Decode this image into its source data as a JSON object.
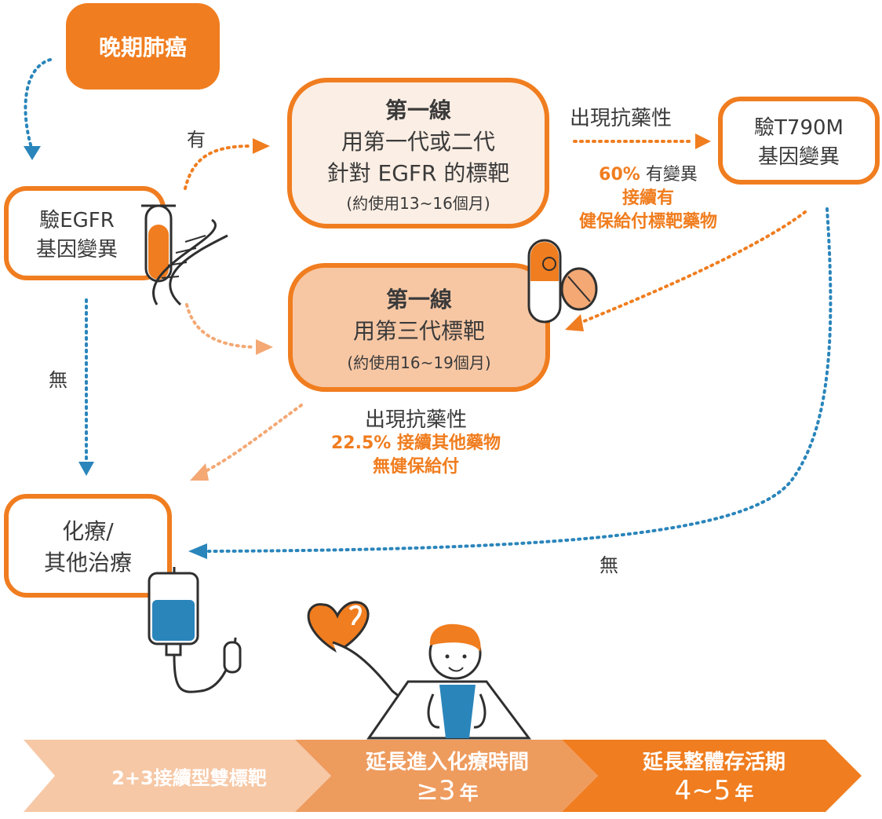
{
  "start": {
    "label": "晚期肺癌"
  },
  "egfr_test": {
    "line1": "驗EGFR",
    "line2": "基因變異"
  },
  "branch_yes": "有",
  "branch_no": "無",
  "first_line_a": {
    "title": "第一線",
    "line2": "用第一代或二代",
    "line3": "針對 EGFR 的標靶",
    "duration": "(約使用13~16個月)"
  },
  "first_line_b": {
    "title": "第一線",
    "line2": "用第三代標靶",
    "duration": "(約使用16~19個月)"
  },
  "resistance_a": {
    "label": "出現抗藥性"
  },
  "t790m": {
    "line1": "驗T790M",
    "line2": "基因變異"
  },
  "t790m_result": {
    "pct": "60%",
    "text": "有變異",
    "line2": "接續有",
    "line3": "健保給付標靶藥物"
  },
  "resistance_b": {
    "label": "出現抗藥性",
    "line2": "22.5% 接續其他藥物",
    "line3": "無健保給付"
  },
  "t790m_no": "無",
  "chemo": {
    "line1": "化療/",
    "line2": "其他治療"
  },
  "footer": {
    "step1": "2+3接續型雙標靶",
    "step2_title": "延長進入化療時間",
    "step2_value": "≥3",
    "step2_unit": "年",
    "step3_title": "延長整體存活期",
    "step3_value": "4~5",
    "step3_unit": "年"
  },
  "colors": {
    "orange": "#f07d1f",
    "peach": "#f7c7a4",
    "cream": "#fbeee4",
    "blue": "#2a85bb",
    "footer_light": "#f6c8a6",
    "footer_mid": "#ef9a5c",
    "footer_dark": "#f07d1f"
  }
}
